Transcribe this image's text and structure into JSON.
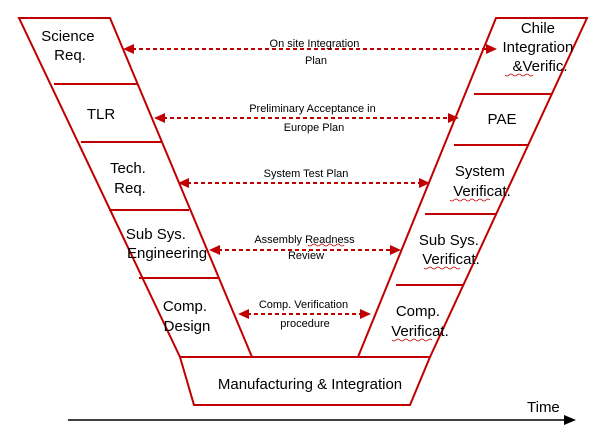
{
  "left_blocks": [
    {
      "lines": [
        "Science",
        "Req."
      ]
    },
    {
      "lines": [
        "TLR"
      ]
    },
    {
      "lines": [
        "Tech.",
        "Req."
      ]
    },
    {
      "lines": [
        "Sub Sys.",
        "Engineering"
      ]
    },
    {
      "lines": [
        "Comp.",
        "Design"
      ]
    }
  ],
  "right_blocks": [
    {
      "lines": [
        "Chile",
        "Integration",
        "&Verific."
      ]
    },
    {
      "lines": [
        "PAE"
      ]
    },
    {
      "lines": [
        "System",
        "Verificat."
      ]
    },
    {
      "lines": [
        "Sub Sys.",
        "Verificat."
      ]
    },
    {
      "lines": [
        "Comp.",
        "Verificat."
      ]
    }
  ],
  "bottom_block": "Manufacturing & Integration",
  "links": [
    {
      "lines": [
        "On site Integration",
        "Plan"
      ]
    },
    {
      "lines": [
        "Preliminary Acceptance in",
        "Europe Plan"
      ]
    },
    {
      "lines": [
        "System Test Plan"
      ]
    },
    {
      "lines": [
        "Assembly Readness",
        "Review"
      ]
    },
    {
      "lines": [
        "Comp. Verification",
        "procedure"
      ]
    }
  ],
  "time_label": "Time",
  "colors": {
    "frame": "#c00000",
    "text": "#000000",
    "axis": "#000000"
  }
}
